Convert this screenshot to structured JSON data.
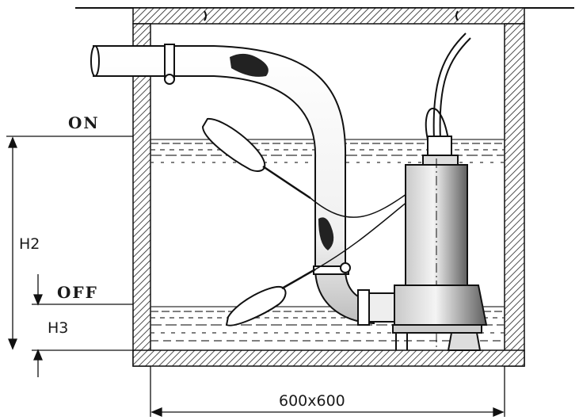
{
  "labels": {
    "on": "ON",
    "off": "OFF",
    "h2": "H2",
    "h3": "H3",
    "size": "600x600"
  },
  "colors": {
    "ink": "#1a1a1a",
    "paper": "#ffffff",
    "pump_shade": "#7a7a7a"
  }
}
